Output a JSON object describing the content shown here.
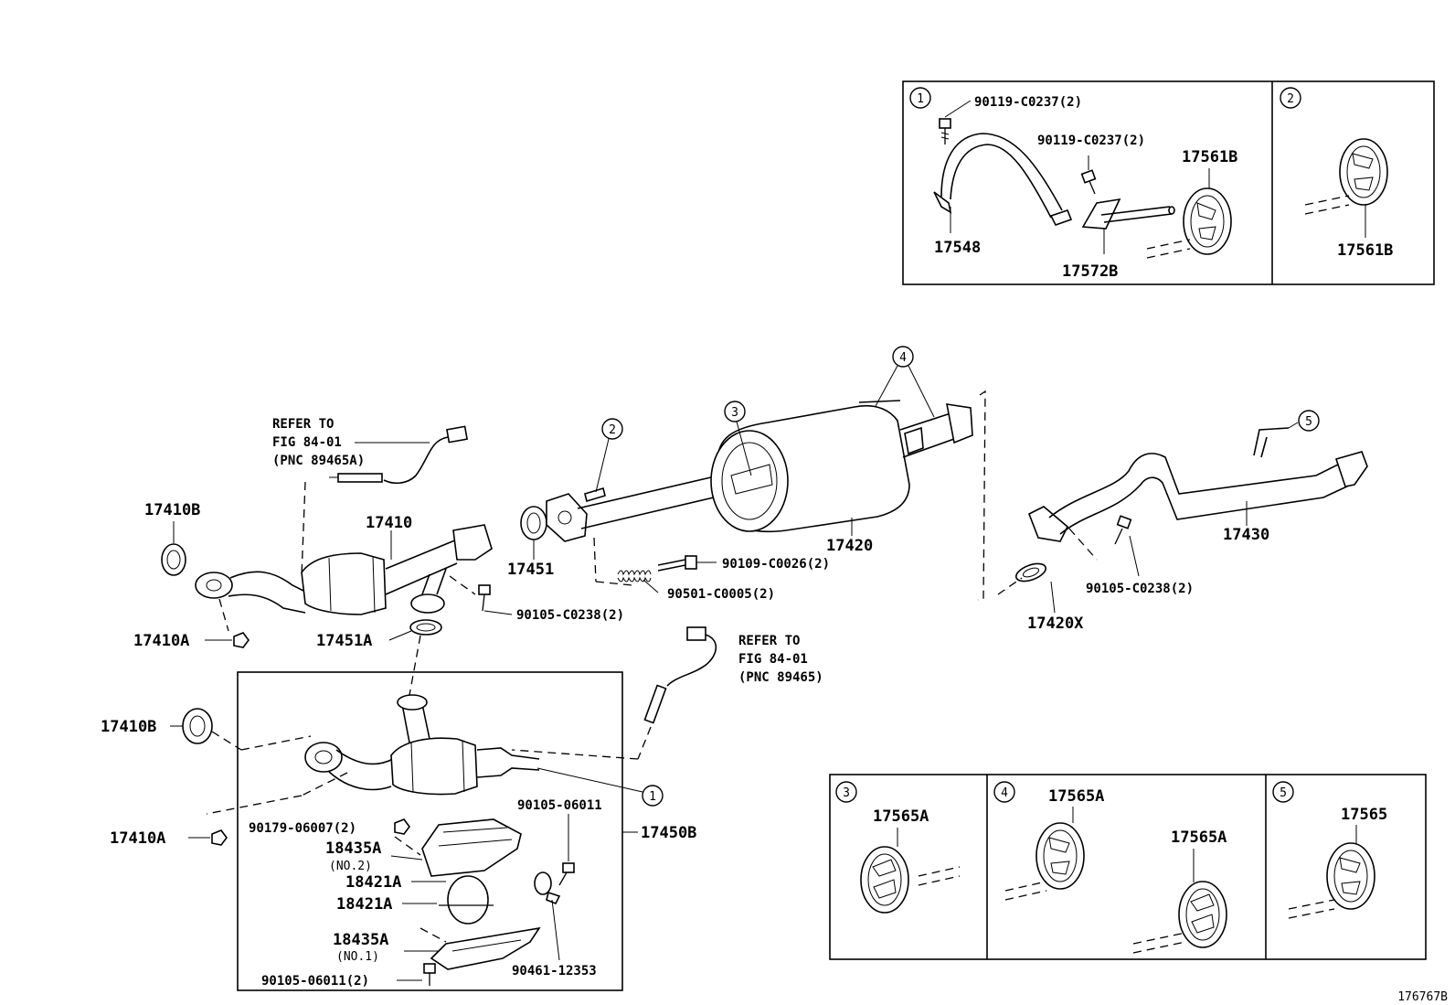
{
  "figure_id": "176767B",
  "refs": {
    "c1": "1",
    "c2": "2",
    "c3": "3",
    "c4": "4",
    "c5": "5"
  },
  "inset_1": {
    "bolt_a": "90119-C0237(2)",
    "bolt_b": "90119-C0237(2)",
    "hanger_rubber": "17561B",
    "bracket": "17548",
    "rod": "17572B"
  },
  "inset_2": {
    "hanger_rubber": "17561B"
  },
  "inset_3": {
    "hanger_rubber": "17565A"
  },
  "inset_4": {
    "hanger_rubber_a": "17565A",
    "hanger_rubber_b": "17565A"
  },
  "inset_5": {
    "hanger_rubber": "17565"
  },
  "main": {
    "sensor_ref_1": {
      "line1": "REFER TO",
      "line2": "FIG 84-01",
      "line3": "(PNC 89465A)"
    },
    "sensor_ref_2": {
      "line1": "REFER TO",
      "line2": "FIG 84-01",
      "line3": "(PNC 89465)"
    },
    "gasket_17410B_top": "17410B",
    "front_pipe": "17410",
    "nut_17410A_top": "17410A",
    "gasket_17451A": "17451A",
    "bolt_90105_C0238_left": "90105-C0238(2)",
    "gasket_17451": "17451",
    "center_muffler": "17420",
    "bolt_90109": "90109-C0026(2)",
    "spring_90501": "90501-C0005(2)",
    "tail_pipe": "17430",
    "bolt_90105_C0238_right": "90105-C0238(2)",
    "gasket_17420X": "17420X",
    "gasket_17410B_bottom": "17410B",
    "nut_17410A_bottom": "17410A",
    "converter_assy": "17450B",
    "nut_90179": "90179-06007(2)",
    "insulator_18435A_no2": "18435A",
    "insulator_no2_sub": "(NO.2)",
    "clamp_18421A_a": "18421A",
    "clamp_18421A_b": "18421A",
    "insulator_18435A_no1": "18435A",
    "insulator_no1_sub": "(NO.1)",
    "bolt_90105_06011_top": "90105-06011",
    "bolt_90105_06011_bottom": "90105-06011(2)",
    "clip_90461": "90461-12353"
  }
}
